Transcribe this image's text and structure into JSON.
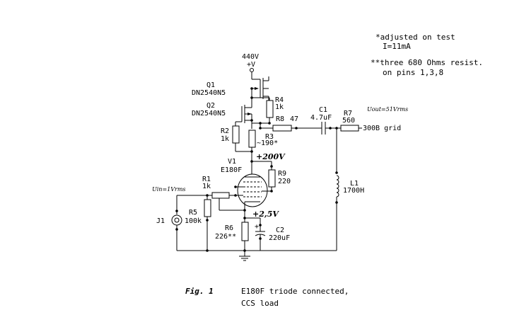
{
  "notes": {
    "adj_line1": "*adjusted on test",
    "adj_line2": "I=11mA",
    "three_line1": "**three 680 Ohms resist.",
    "three_line2": "on pins 1,3,8"
  },
  "supply": {
    "voltage": "440V",
    "symbol": "+V"
  },
  "mosfets": {
    "q1": {
      "ref": "Q1",
      "part": "DN2540N5"
    },
    "q2": {
      "ref": "Q2",
      "part": "DN2540N5"
    }
  },
  "resistors": {
    "r1": {
      "ref": "R1",
      "value": "1k"
    },
    "r2": {
      "ref": "R2",
      "value": "1k"
    },
    "r3": {
      "ref": "R3",
      "value": "~190*"
    },
    "r4": {
      "ref": "R4",
      "value": "1k"
    },
    "r5": {
      "ref": "R5",
      "value": "100k"
    },
    "r6": {
      "ref": "R6",
      "value": "226**"
    },
    "r7": {
      "ref": "R7",
      "value": "560"
    },
    "r8": {
      "ref": "R8",
      "value": "47"
    },
    "r9": {
      "ref": "R9",
      "value": "220"
    }
  },
  "capacitors": {
    "c1": {
      "ref": "C1",
      "value": "4.7uF"
    },
    "c2": {
      "ref": "C2",
      "value": "220uF"
    }
  },
  "inductor": {
    "ref": "L1",
    "value": "1700H"
  },
  "tube": {
    "ref": "V1",
    "part": "E180F"
  },
  "connector": {
    "ref": "J1"
  },
  "voltages": {
    "plate": "+200V",
    "cathode": "+2,5V"
  },
  "signals": {
    "vin": "Uin=1Vrms",
    "vout": "Uout=51Vrms",
    "load": "300B grid"
  },
  "caption": {
    "fig": "Fig. 1",
    "line1": "E180F triode connected,",
    "line2": "CCS load"
  }
}
